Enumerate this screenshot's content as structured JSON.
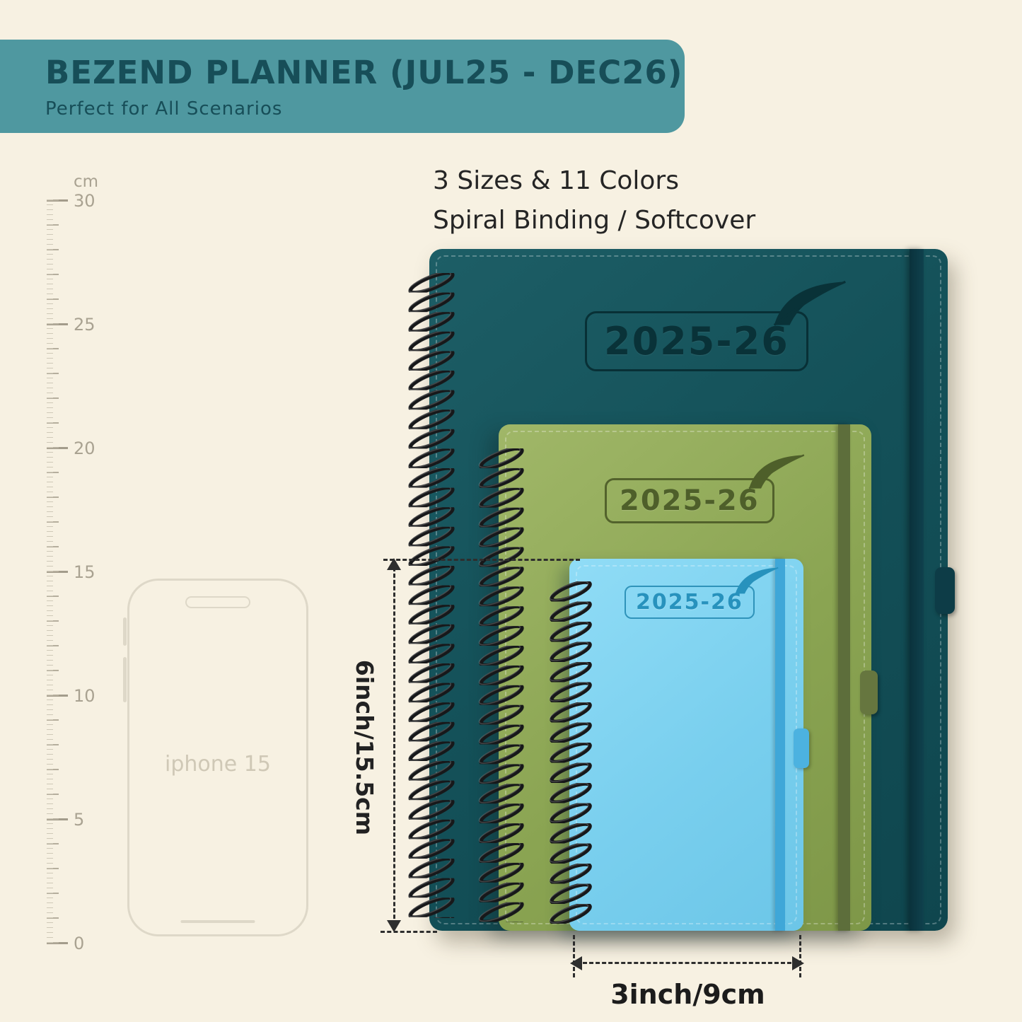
{
  "banner": {
    "title": "BEZEND PLANNER (JUL25 - DEC26)",
    "subtitle": "Perfect for All Scenarios",
    "bg_color": "#4f98a0",
    "text_color": "#174e58"
  },
  "features": {
    "line1": "3 Sizes & 11 Colors",
    "line2": "Spiral Binding / Softcover"
  },
  "ruler": {
    "unit": "cm",
    "labels": [
      "30",
      "25",
      "20",
      "15",
      "10",
      "5",
      "0"
    ]
  },
  "phone": {
    "label": "iphone 15"
  },
  "planners": {
    "large": {
      "year": "2025-26",
      "cover_color": "#145159"
    },
    "medium": {
      "year": "2025-26",
      "cover_color": "#8aa452"
    },
    "small": {
      "year": "2025-26",
      "cover_color": "#79cfee"
    }
  },
  "dimensions": {
    "height": "6inch/15.5cm",
    "width": "3inch/9cm"
  },
  "background_color": "#f7f1e2"
}
